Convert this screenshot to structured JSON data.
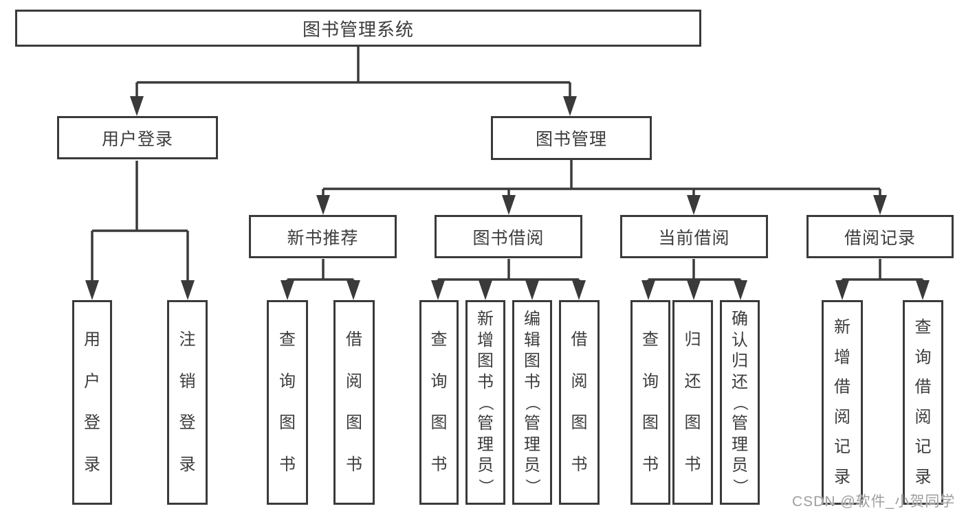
{
  "diagram_title": "图书管理系统",
  "tree": {
    "label": "图书管理系统",
    "children": [
      {
        "label": "用户登录",
        "children": [
          {
            "label": "用户登录"
          },
          {
            "label": "注销登录"
          }
        ]
      },
      {
        "label": "图书管理",
        "children": [
          {
            "label": "新书推荐",
            "children": [
              {
                "label": "查询图书"
              },
              {
                "label": "借阅图书"
              }
            ]
          },
          {
            "label": "图书借阅",
            "children": [
              {
                "label": "查询图书"
              },
              {
                "label": "新增图书（管理员）"
              },
              {
                "label": "编辑图书（管理员）"
              },
              {
                "label": "借阅图书"
              }
            ]
          },
          {
            "label": "当前借阅",
            "children": [
              {
                "label": "查询图书"
              },
              {
                "label": "归还图书"
              },
              {
                "label": "确认归还（管理员）"
              }
            ]
          },
          {
            "label": "借阅记录",
            "children": [
              {
                "label": "新增借阅记录"
              },
              {
                "label": "查询借阅记录"
              }
            ]
          }
        ]
      }
    ]
  },
  "watermark": {
    "text": "CSDN @软件_小贺同学"
  },
  "colors": {
    "line": "#3a3a3a",
    "text": "#3c3c3c",
    "watermark": "#9e9e9e",
    "background": "#ffffff"
  }
}
